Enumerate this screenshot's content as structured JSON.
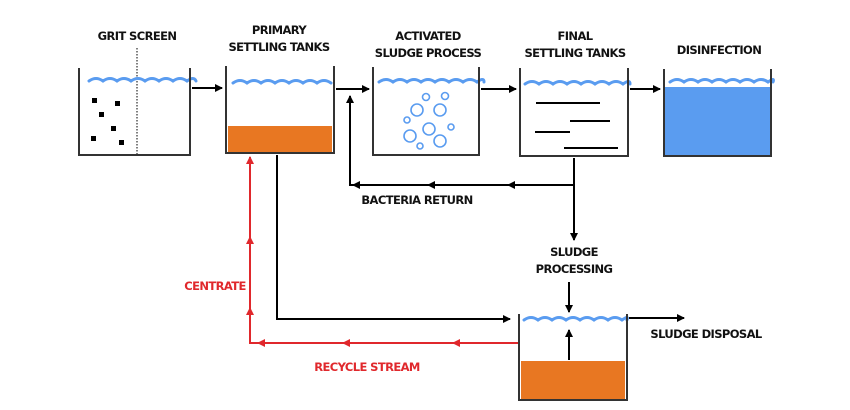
{
  "diagram": {
    "title": "Wastewater Treatment Process",
    "colors": {
      "water": "#5a9cf0",
      "sludge": "#e87722",
      "flow": "#000000",
      "recycle": "#e0282c",
      "tank_wall": "#333333"
    },
    "stages": [
      {
        "id": "grit-screen",
        "label_lines": [
          "GRIT SCREEN"
        ],
        "contents": "grit-particles"
      },
      {
        "id": "primary-settling",
        "label_lines": [
          "PRIMARY",
          "SETTLING TANKS"
        ],
        "contents": "sludge-layer"
      },
      {
        "id": "activated-sludge",
        "label_lines": [
          "ACTIVATED",
          "SLUDGE PROCESS"
        ],
        "contents": "air-bubbles"
      },
      {
        "id": "final-settling",
        "label_lines": [
          "FINAL",
          "SETTLING TANKS"
        ],
        "contents": "settling-lines"
      },
      {
        "id": "disinfection",
        "label_lines": [
          "DISINFECTION"
        ],
        "contents": "clean-water"
      }
    ],
    "sludge_tank": {
      "label_lines": [
        "SLUDGE",
        "PROCESSING"
      ],
      "contents": "sludge-layer"
    },
    "flow_labels": {
      "bacteria_return": "BACTERIA RETURN",
      "centrate": "CENTRATE",
      "recycle_stream": "RECYCLE STREAM",
      "sludge_disposal": "SLUDGE DISPOSAL"
    }
  }
}
